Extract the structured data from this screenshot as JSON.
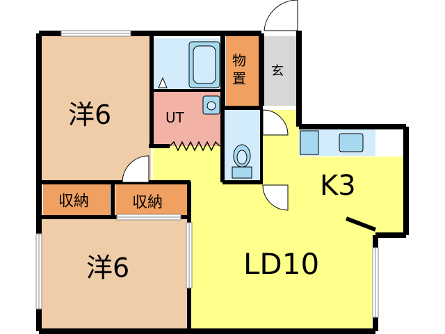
{
  "rooms": {
    "western_room_1": {
      "label": "洋6",
      "color": "#f0cda9"
    },
    "western_room_2": {
      "label": "洋6",
      "color": "#f0cda9"
    },
    "storage_1": {
      "label": "収納",
      "color": "#f0a060"
    },
    "storage_2": {
      "label": "収納",
      "color": "#f0a060"
    },
    "storeroom": {
      "label_line1": "物",
      "label_line2": "置",
      "color": "#f0a060"
    },
    "entrance": {
      "label": "玄",
      "color": "#d7d7d7"
    },
    "utility": {
      "label": "UT",
      "color": "#f2b2a6"
    },
    "living_dining": {
      "label": "LD10",
      "color": "#ffff8c"
    },
    "kitchen": {
      "label": "K3",
      "color": "#ffff8c"
    },
    "bath": {
      "color": "#d2ecfb"
    },
    "toilet": {
      "color": "#d2ecfb"
    }
  },
  "colors": {
    "wall": "#000000",
    "fixture": "#a6d9f0"
  }
}
